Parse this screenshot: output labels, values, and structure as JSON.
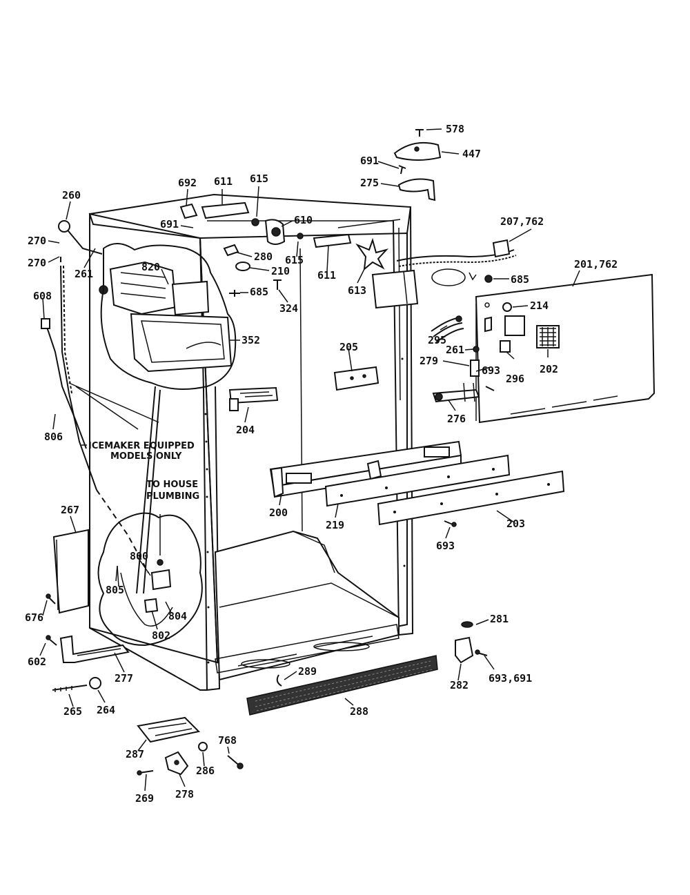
{
  "notes": {
    "icemaker": [
      "ICEMAKER EQUIPPED",
      "MODELS ONLY"
    ],
    "plumbing": [
      "TO HOUSE",
      "PLUMBING"
    ]
  },
  "labels": {
    "l578": "578",
    "l447": "447",
    "l691a": "691",
    "l275": "275",
    "l260": "260",
    "l692": "692",
    "l611a": "611",
    "l615a": "615",
    "l610": "610",
    "l207": "207,762",
    "l270a": "270",
    "l270b": "270",
    "l691b": "691",
    "l280": "280",
    "l615b": "615",
    "l261a": "261",
    "l820": "820",
    "l210": "210",
    "l611b": "611",
    "l613": "613",
    "l685a": "685",
    "l201": "201,762",
    "l608": "608",
    "l685b": "685",
    "l324": "324",
    "l214": "214",
    "l352": "352",
    "l295": "295",
    "l205": "205",
    "l261b": "261",
    "l279": "279",
    "l693a": "693",
    "l296": "296",
    "l202": "202",
    "l276": "276",
    "l806": "806",
    "l204": "204",
    "l267": "267",
    "l200": "200",
    "l219": "219",
    "l203": "203",
    "l693b": "693",
    "l800": "800",
    "l805": "805",
    "l676": "676",
    "l804": "804",
    "l802": "802",
    "l281": "281",
    "l602": "602",
    "l289": "289",
    "l282": "282",
    "l693_691": "693,691",
    "l277": "277",
    "l265": "265",
    "l264": "264",
    "l288": "288",
    "l768": "768",
    "l287": "287",
    "l286": "286",
    "l269": "269",
    "l278": "278"
  }
}
